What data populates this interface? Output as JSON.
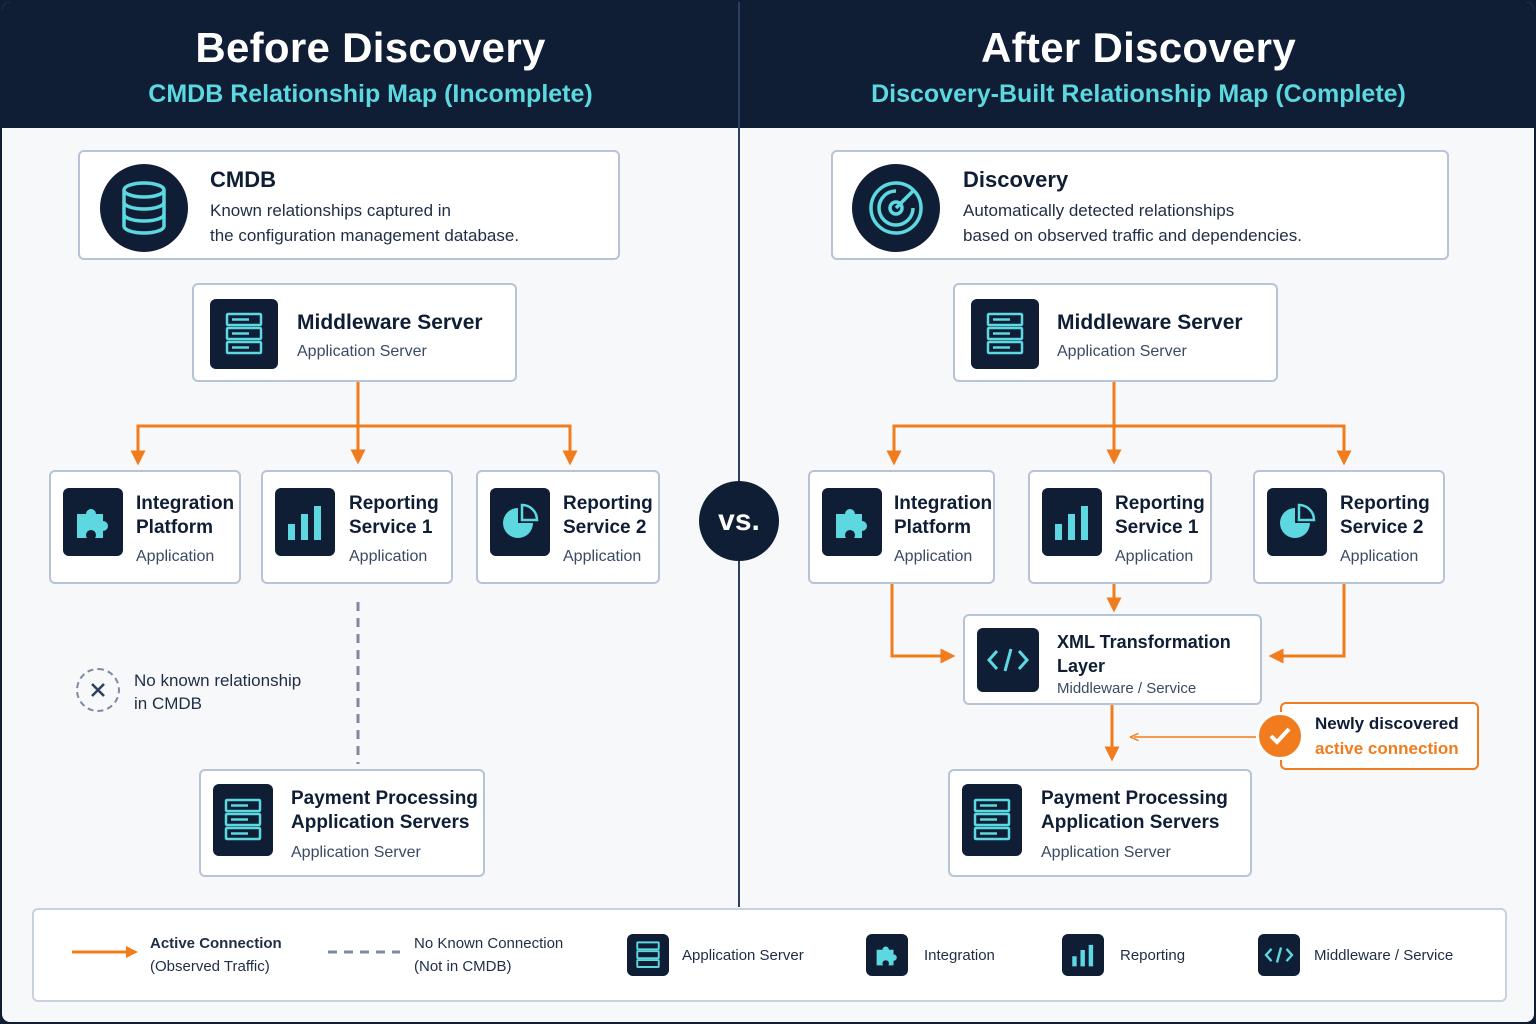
{
  "left_header": {
    "title": "Before Discovery",
    "subtitle": "CMDB Relationship Map (Incomplete)"
  },
  "right_header": {
    "title": "After Discovery",
    "subtitle": "Discovery-Built Relationship Map (Complete)"
  },
  "vs_label": "vs.",
  "left": {
    "source": {
      "title": "CMDB",
      "desc1": "Known relationships captured in",
      "desc2": "the configuration management database.",
      "icon": "database-icon"
    },
    "middleware": {
      "title": "Middleware Server",
      "sub": "Application Server",
      "icon": "server-icon"
    },
    "apps": [
      {
        "title1": "Integration",
        "title2": "Platform",
        "sub": "Application",
        "icon": "puzzle-icon"
      },
      {
        "title1": "Reporting",
        "title2": "Service 1",
        "sub": "Application",
        "icon": "bar-chart-icon"
      },
      {
        "title1": "Reporting",
        "title2": "Service 2",
        "sub": "Application",
        "icon": "pie-chart-icon"
      }
    ],
    "no_relationship": {
      "line1": "No known relationship",
      "line2": "in CMDB"
    },
    "payment": {
      "title1": "Payment Processing",
      "title2": "Application Servers",
      "sub": "Application Server",
      "icon": "server-icon"
    }
  },
  "right": {
    "source": {
      "title": "Discovery",
      "desc1": "Automatically detected relationships",
      "desc2": "based on observed traffic and dependencies.",
      "icon": "radar-icon"
    },
    "middleware": {
      "title": "Middleware Server",
      "sub": "Application Server",
      "icon": "server-icon"
    },
    "apps": [
      {
        "title1": "Integration",
        "title2": "Platform",
        "sub": "Application",
        "icon": "puzzle-icon"
      },
      {
        "title1": "Reporting",
        "title2": "Service 1",
        "sub": "Application",
        "icon": "bar-chart-icon"
      },
      {
        "title1": "Reporting",
        "title2": "Service 2",
        "sub": "Application",
        "icon": "pie-chart-icon"
      }
    ],
    "xml": {
      "title1": "XML Transformation",
      "title2": "Layer",
      "sub": "Middleware / Service",
      "icon": "code-icon"
    },
    "callout": {
      "line1": "Newly discovered",
      "line2": "active connection"
    },
    "payment": {
      "title1": "Payment Processing",
      "title2": "Application Servers",
      "sub": "Application Server",
      "icon": "server-icon"
    }
  },
  "legend": {
    "active": {
      "line1": "Active Connection",
      "line2": "(Observed Traffic)"
    },
    "unknown": {
      "line1": "No Known Connection",
      "line2": "(Not in CMDB)"
    },
    "items": [
      "Application Server",
      "Integration",
      "Reporting",
      "Middleware / Service"
    ]
  },
  "colors": {
    "navy": "#0f1e35",
    "accent_cyan": "#5dd8e0",
    "active_orange": "#f07c1e",
    "unknown_gray": "#7f8aa0"
  }
}
